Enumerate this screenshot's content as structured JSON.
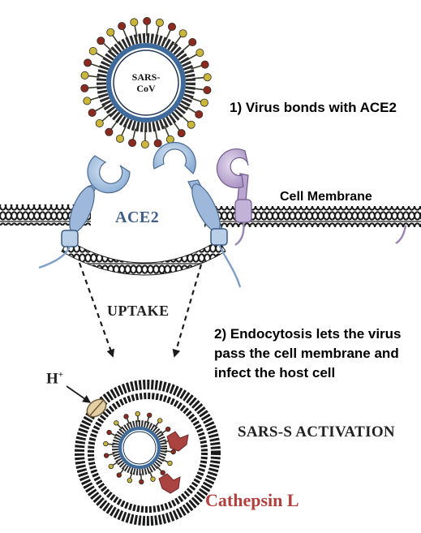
{
  "virus": {
    "name_line1": "SARS-",
    "name_line2": "CoV"
  },
  "labels": {
    "step1": "1) Virus bonds with ACE2",
    "cell_membrane": "Cell Membrane",
    "receptor": "ACE2",
    "uptake": "UPTAKE",
    "step2": "2) Endocytosis lets the virus pass the cell membrane and infect the host cell",
    "proton": "H",
    "proton_charge": "+",
    "activation": "SARS-S ACTIVATION",
    "enzyme": "Cathepsin L"
  },
  "colors": {
    "membrane_dark": "#1b1b1b",
    "receptor_blue": "#a9c3e0",
    "receptor_lilac": "#c8b6d8",
    "spike_red": "#8b2a1e",
    "spike_yellow": "#c9b63a",
    "cathepsin_red": "#a94440",
    "virus_core_blue": "#3e6a9c"
  }
}
